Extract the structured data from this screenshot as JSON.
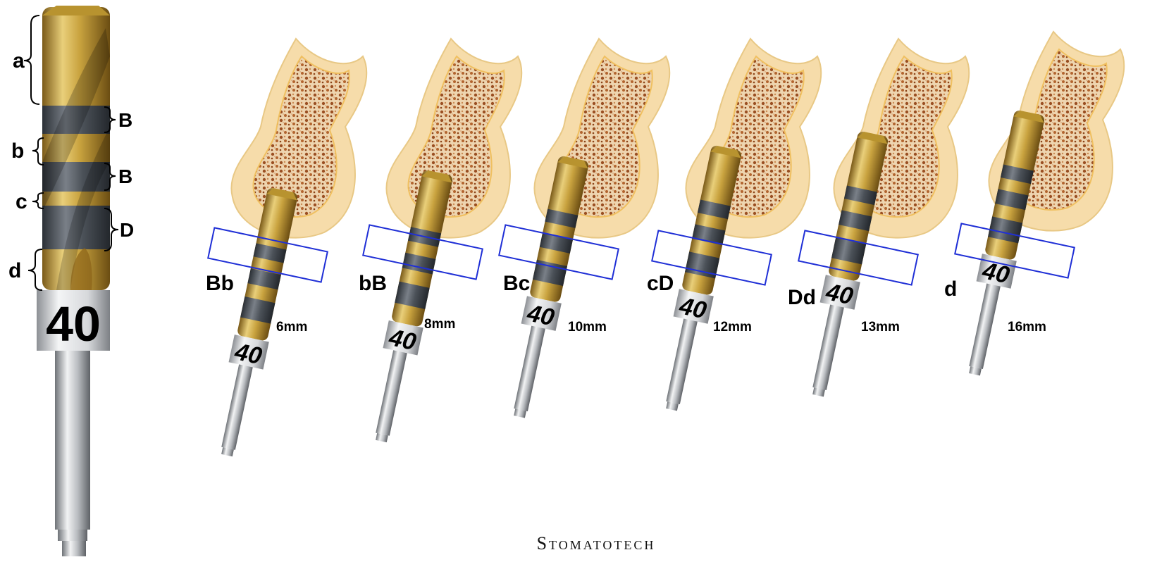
{
  "reference_drill": {
    "marking": "40",
    "zone_labels": [
      {
        "text": "a",
        "side": "left"
      },
      {
        "text": "B",
        "side": "right"
      },
      {
        "text": "b",
        "side": "left"
      },
      {
        "text": "B",
        "side": "right"
      },
      {
        "text": "c",
        "side": "left"
      },
      {
        "text": "D",
        "side": "right"
      },
      {
        "text": "d",
        "side": "left"
      }
    ]
  },
  "placements": [
    {
      "code": "Bb",
      "depth": "6mm",
      "marking": "40"
    },
    {
      "code": "bB",
      "depth": "8mm",
      "marking": "40"
    },
    {
      "code": "Bc",
      "depth": "10mm",
      "marking": "40"
    },
    {
      "code": "cD",
      "depth": "12mm",
      "marking": "40"
    },
    {
      "code": "Dd",
      "depth": "13mm",
      "marking": "40"
    },
    {
      "code": "d",
      "depth": "16mm",
      "marking": "40"
    }
  ],
  "brand": "Stomatotech",
  "colors": {
    "gold": "#c9a33f",
    "dark_band": "#4b5158",
    "cortical_bone": "#f6dcaa",
    "cancellous_bone": "#a0582a",
    "marker_box": "#1f2fd6",
    "steel": "#b9bcc0"
  }
}
